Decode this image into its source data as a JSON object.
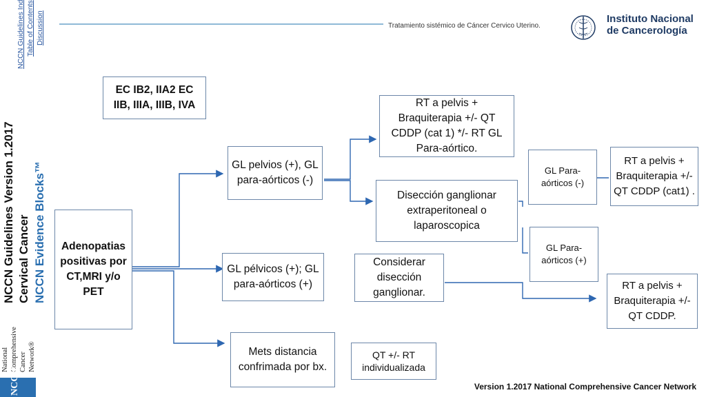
{
  "sidebar": {
    "links": [
      "NCCN Guidelines Index",
      "Table of Contents",
      "Discussion"
    ],
    "version_title": "NCCN Guidelines Version 1.2017",
    "topic": "Cervical Cancer",
    "evidence_blocks": "NCCN Evidence Blocks™",
    "org_lines": [
      "National",
      "Comprehensive",
      "Cancer",
      "Network®"
    ],
    "org_short": "NCCN"
  },
  "header": {
    "subtitle": "Tratamiento sistémico  de Cáncer Cervico Uterino.",
    "institution_line1": "Instituto Nacional",
    "institution_line2": "de Cancerología"
  },
  "diagram": {
    "stage_box": "EC IB2, IIA2 EC IIB, IIIA, IIIB, IVA",
    "start_box": "Adenopatias positivas por CT,MRI y/o PET",
    "gl_pelvic_pos_para_neg": "GL pelvios (+), GL para-aórticos (-)",
    "gl_pelvic_pos_para_pos": "GL pélvicos (+); GL para-aórticos (+)",
    "mets_distance": "Mets distancia confrimada por bx.",
    "rt_pelvis_top": "RT a pelvis + Braquiterapia +/- QT CDDP (cat 1) */- RT GL Para-aórtico.",
    "diseccion_ganglionar": "Disección ganglionar extraperitoneal o laparoscopica",
    "considerar_diseccion": "Considerar disección ganglionar.",
    "qt_rt": "QT +/- RT individualizada",
    "gl_para_neg": "GL Para-aórticos (-)",
    "gl_para_pos": "GL Para-aórticos (+)",
    "rt_pelvis_cat1": "RT a pelvis + Braquiterapia +/- QT CDDP (cat1) .",
    "rt_pelvis_cddp": "RT a pelvis + Braquiterapia +/- QT CDDP."
  },
  "footer": "Version 1.2017 National Comprehensive Cancer Network",
  "colors": {
    "connector": "#2e67b1",
    "box_border": "#6b86a8",
    "nccn_blue": "#2a6fb0"
  }
}
